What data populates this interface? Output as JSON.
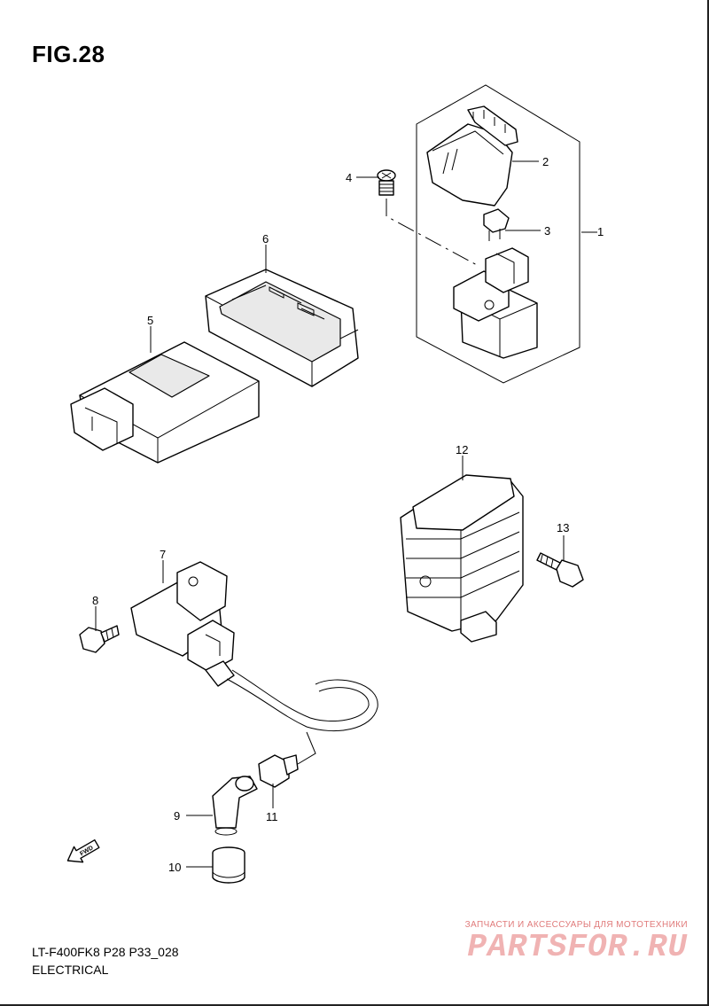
{
  "figure": {
    "title": "FIG.28"
  },
  "footer": {
    "code": "LT-F400FK8 P28 P33_028",
    "section": "ELECTRICAL"
  },
  "watermark": {
    "tagline": "ЗАПЧАСТИ И АКСЕССУАРЫ ДЛЯ МОТОТЕХНИКИ",
    "logo": "PARTSFOR.RU"
  },
  "callouts": [
    "1",
    "2",
    "3",
    "4",
    "5",
    "6",
    "7",
    "8",
    "9",
    "10",
    "11",
    "12",
    "13"
  ],
  "fwd_label": "FWD"
}
